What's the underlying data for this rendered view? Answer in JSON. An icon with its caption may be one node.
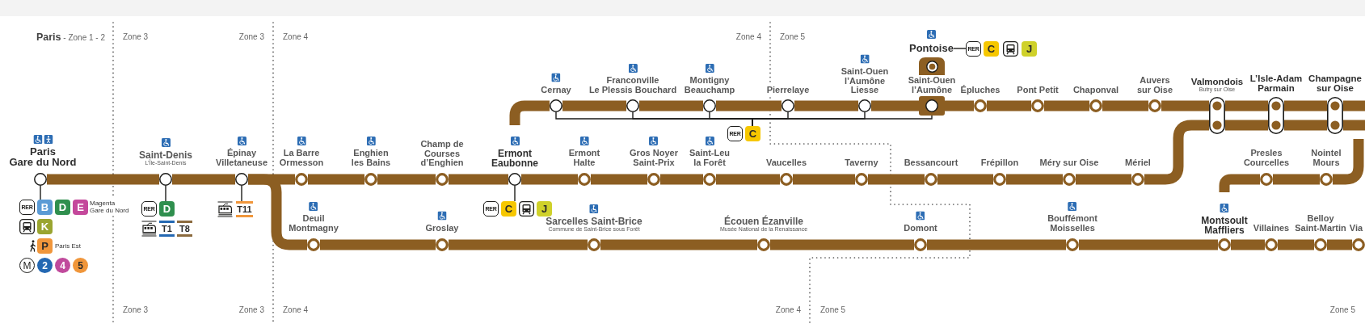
{
  "diagram": {
    "nodes": [
      {
        "text": [],
        "shape": "circle",
        "beside": [
          "Paris Gare du Nord"
        ]
      },
      {
        "text": [],
        "shape": "circle",
        "beside": [
          "Saint-Denis",
          "L’Île-Saint-Denis"
        ]
      },
      {
        "text": [],
        "shape": "circle",
        "beside": [
          "Épinay Villetaneuse"
        ]
      },
      {
        "text": [],
        "shape": "circle",
        "beside": [
          "La Barre Ormesson"
        ]
      },
      {
        "text": [],
        "shape": "circle",
        "beside": [
          "Enghien les Bains"
        ]
      },
      {
        "text": [],
        "shape": "circle",
        "beside": [
          "Champ de Courses d’Enghien"
        ]
      },
      {
        "text": [],
        "shape": "circle",
        "beside": [
          "Ermont Eaubonne"
        ]
      },
      {
        "text": [],
        "shape": "circle",
        "beside": [
          "Ermont Halte"
        ]
      },
      {
        "text": [],
        "shape": "circle",
        "beside": [
          "Gros Noyer Saint-Prix"
        ]
      },
      {
        "text": [],
        "shape": "circle",
        "beside": [
          "Saint-Leu la Forêt"
        ]
      },
      {
        "text": [],
        "shape": "circle",
        "beside": [
          "Vaucelles"
        ]
      },
      {
        "text": [],
        "shape": "circle",
        "beside": [
          "Taverny"
        ]
      },
      {
        "text": [],
        "shape": "circle",
        "beside": [
          "Bessancourt"
        ]
      },
      {
        "text": [],
        "shape": "circle",
        "beside": [
          "Frépillon"
        ]
      },
      {
        "text": [],
        "shape": "circle",
        "beside": [
          "Méry sur Oise"
        ]
      },
      {
        "text": [],
        "shape": "circle",
        "beside": [
          "Mériel"
        ]
      },
      {
        "text": [],
        "shape": "circle",
        "beside": [
          "Cernay"
        ]
      },
      {
        "text": [],
        "shape": "circle",
        "beside": [
          "Franconville Le Plessis Bouchard"
        ]
      },
      {
        "text": [],
        "shape": "circle",
        "beside": [
          "Montigny Beauchamp"
        ]
      },
      {
        "text": [],
        "shape": "circle",
        "beside": [
          "Pierrelaye"
        ]
      },
      {
        "text": [],
        "shape": "circle",
        "beside": [
          "Saint-Ouen l’Aumône Liesse"
        ]
      },
      {
        "text": [
          "Pontoise"
        ]
      },
      {
        "text": [],
        "shape": "circle"
      },
      {
        "text": [],
        "shape": "box",
        "beside": [
          "Saint-Ouen l’Aumône"
        ]
      },
      {
        "text": [],
        "shape": "circle",
        "beside": [
          "Épluches"
        ]
      },
      {
        "text": [],
        "shape": "circle",
        "beside": [
          "Pont Petit"
        ]
      },
      {
        "text": [],
        "shape": "circle",
        "beside": [
          "Chaponval"
        ]
      },
      {
        "text": [],
        "shape": "circle",
        "beside": [
          "Auvers sur Oise"
        ]
      },
      {
        "text": [],
        "shape": "box",
        "beside": [
          "Valmondois",
          "Butry sur Oise"
        ]
      },
      {
        "text": [],
        "shape": "box",
        "beside": [
          "L’Isle-Adam Parmain"
        ]
      },
      {
        "text": [],
        "shape": "box",
        "beside": [
          "Champagne sur Oise"
        ]
      },
      {
        "text": [],
        "shape": "circle",
        "beside": [
          "Presles Courcelles"
        ]
      },
      {
        "text": [],
        "shape": "circle",
        "beside": [
          "Nointel Mours"
        ]
      },
      {
        "text": [],
        "shape": "circle",
        "beside": [
          "Deuil Montmagny"
        ]
      },
      {
        "text": [],
        "shape": "circle",
        "beside": [
          "Groslay"
        ]
      },
      {
        "text": [],
        "shape": "circle",
        "beside": [
          "Sarcelles Saint-Brice",
          "Commune de Saint-Brice sous Forêt"
        ]
      },
      {
        "text": [],
        "shape": "circle",
        "beside": [
          "Écouen Ézanville",
          "Musée National de la Renaissance"
        ]
      },
      {
        "text": [],
        "shape": "circle",
        "beside": [
          "Domont"
        ]
      },
      {
        "text": [],
        "shape": "circle",
        "beside": [
          "Bouffémont Moisselles"
        ]
      },
      {
        "text": [],
        "shape": "circle",
        "beside": [
          "Montsoult Maffliers"
        ]
      },
      {
        "text": [],
        "shape": "circle",
        "beside": [
          "Villaines"
        ]
      },
      {
        "text": [],
        "shape": "circle",
        "beside": [
          "Belloy Saint-Martin"
        ]
      },
      {
        "text": [],
        "shape": "circle",
        "beside": [
          "Via"
        ]
      },
      {
        "text": [
          "RER"
        ]
      },
      {
        "text": [
          "B"
        ]
      },
      {
        "text": [
          "D"
        ]
      },
      {
        "text": [
          "E"
        ],
        "beside": [
          "Magenta Gare du Nord"
        ]
      },
      {
        "text": [
          "K"
        ]
      },
      {
        "text": [
          "P"
        ],
        "beside": [
          "Paris Est"
        ]
      },
      {
        "text": [
          "M"
        ]
      },
      {
        "text": [
          "2"
        ]
      },
      {
        "text": [
          "4"
        ]
      },
      {
        "text": [
          "5"
        ]
      },
      {
        "text": [
          "RER"
        ]
      },
      {
        "text": [
          "D"
        ]
      },
      {
        "text": [
          "T1"
        ]
      },
      {
        "text": [
          "T8"
        ]
      },
      {
        "text": [
          "T11"
        ]
      },
      {
        "text": [
          "RER"
        ]
      },
      {
        "text": [
          "C"
        ]
      },
      {
        "text": [
          "J"
        ]
      },
      {
        "text": [
          "RER"
        ]
      },
      {
        "text": [
          "C"
        ]
      },
      {
        "text": [
          "RER"
        ]
      },
      {
        "text": [
          "C"
        ]
      },
      {
        "text": [
          "J"
        ]
      }
    ],
    "edges": [
      {
        "from": 0,
        "to": 1,
        "arrow": "none"
      },
      {
        "from": 1,
        "to": 2,
        "arrow": "none"
      },
      {
        "from": 2,
        "to": 3,
        "arrow": "none"
      },
      {
        "from": 3,
        "to": 4,
        "arrow": "none"
      },
      {
        "from": 4,
        "to": 5,
        "arrow": "none"
      },
      {
        "from": 5,
        "to": 6,
        "arrow": "none"
      },
      {
        "from": 6,
        "to": 7,
        "arrow": "none"
      },
      {
        "from": 7,
        "to": 8,
        "arrow": "none"
      },
      {
        "from": 8,
        "to": 9,
        "arrow": "none"
      },
      {
        "from": 9,
        "to": 10,
        "arrow": "none"
      },
      {
        "from": 10,
        "to": 11,
        "arrow": "none"
      },
      {
        "from": 11,
        "to": 12,
        "arrow": "none"
      },
      {
        "from": 12,
        "to": 13,
        "arrow": "none"
      },
      {
        "from": 13,
        "to": 14,
        "arrow": "none"
      },
      {
        "from": 14,
        "to": 15,
        "arrow": "none"
      },
      {
        "from": 15,
        "to": 28,
        "arrow": "none"
      },
      {
        "from": 2,
        "to": 33,
        "arrow": "none"
      },
      {
        "from": 33,
        "to": 34,
        "arrow": "none"
      },
      {
        "from": 34,
        "to": 35,
        "arrow": "none"
      },
      {
        "from": 35,
        "to": 36,
        "arrow": "none"
      },
      {
        "from": 36,
        "to": 37,
        "arrow": "none"
      },
      {
        "from": 37,
        "to": 38,
        "arrow": "none"
      },
      {
        "from": 38,
        "to": 39,
        "arrow": "none"
      },
      {
        "from": 39,
        "to": 40,
        "arrow": "none"
      },
      {
        "from": 40,
        "to": 41,
        "arrow": "none"
      },
      {
        "from": 41,
        "to": 42,
        "arrow": "none"
      },
      {
        "from": 6,
        "to": 16,
        "arrow": "none"
      },
      {
        "from": 16,
        "to": 17,
        "arrow": "none"
      },
      {
        "from": 17,
        "to": 18,
        "arrow": "none"
      },
      {
        "from": 18,
        "to": 19,
        "arrow": "none"
      },
      {
        "from": 19,
        "to": 20,
        "arrow": "none"
      },
      {
        "from": 20,
        "to": 23,
        "arrow": "none"
      },
      {
        "from": 23,
        "to": 24,
        "arrow": "none"
      },
      {
        "from": 24,
        "to": 25,
        "arrow": "none"
      },
      {
        "from": 25,
        "to": 26,
        "arrow": "none"
      },
      {
        "from": 26,
        "to": 27,
        "arrow": "none"
      },
      {
        "from": 27,
        "to": 28,
        "arrow": "none"
      },
      {
        "from": 28,
        "to": 29,
        "arrow": "none"
      },
      {
        "from": 28,
        "to": 29,
        "arrow": "none"
      },
      {
        "from": 29,
        "to": 30,
        "arrow": "none"
      },
      {
        "from": 29,
        "to": 30,
        "arrow": "none"
      },
      {
        "from": 30,
        "to": null,
        "arrow": "none"
      },
      {
        "from": 30,
        "to": null,
        "arrow": "none"
      },
      {
        "from": 39,
        "to": 31,
        "arrow": "none"
      },
      {
        "from": 31,
        "to": 32,
        "arrow": "none"
      },
      {
        "from": 32,
        "to": null,
        "arrow": "none"
      },
      {
        "from": 0,
        "to": 44,
        "arrow": "none",
        "color": "#1d1d1b"
      },
      {
        "from": 1,
        "to": 54,
        "arrow": "none",
        "color": "#1d1d1b"
      },
      {
        "from": 2,
        "to": 57,
        "arrow": "none",
        "color": "#1d1d1b"
      },
      {
        "from": 6,
        "to": 59,
        "arrow": "none",
        "color": "#1d1d1b"
      },
      {
        "from": 16,
        "to": 62,
        "arrow": "none",
        "color": "#1d1d1b"
      },
      {
        "from": 17,
        "to": 62,
        "arrow": "none",
        "color": "#1d1d1b"
      },
      {
        "from": 18,
        "to": 62,
        "arrow": "none",
        "color": "#1d1d1b"
      },
      {
        "from": 19,
        "to": 62,
        "arrow": "none",
        "color": "#1d1d1b"
      },
      {
        "from": 20,
        "to": 62,
        "arrow": "none",
        "color": "#1d1d1b"
      },
      {
        "from": 23,
        "to": 62,
        "arrow": "none",
        "color": "#1d1d1b"
      },
      {
        "from": 21,
        "to": 63,
        "arrow": "none",
        "color": "#1d1d1b"
      }
    ],
    "labels": [
      "**Paris** - Zone 1 - 2",
      "Zone 3",
      "Zone 3",
      "Zone 4",
      "Zone 4",
      "Zone 5",
      "Zone 3",
      "Zone 3",
      "Zone 4",
      "Zone 4",
      "Zone 5",
      "Zone 5"
    ]
  }
}
